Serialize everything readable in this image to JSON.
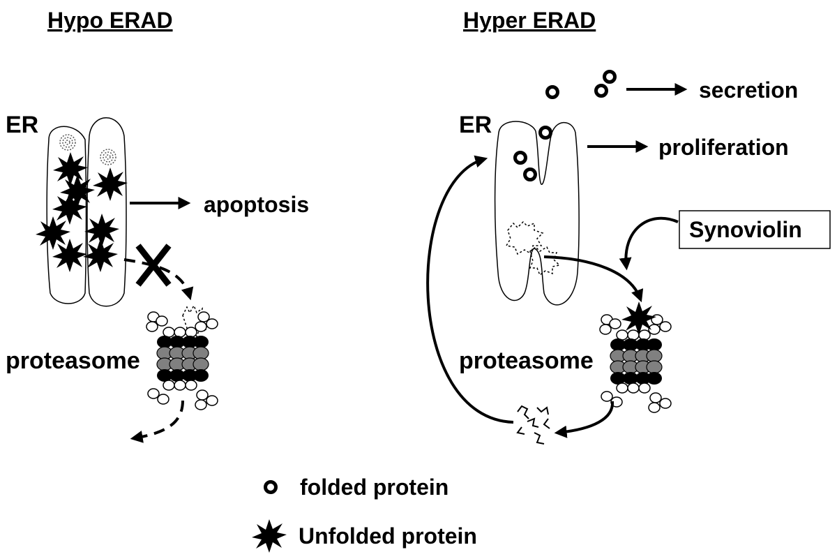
{
  "left_panel": {
    "title": "Hypo ERAD",
    "er_label": "ER",
    "outcome": "apoptosis",
    "proteasome_label": "proteasome"
  },
  "right_panel": {
    "title": "Hyper ERAD",
    "er_label": "ER",
    "outcome_top": "secretion",
    "outcome_mid": "proliferation",
    "regulator": "Synoviolin",
    "proteasome_label": "proteasome"
  },
  "legend": {
    "folded": "folded protein",
    "unfolded": "Unfolded protein"
  }
}
